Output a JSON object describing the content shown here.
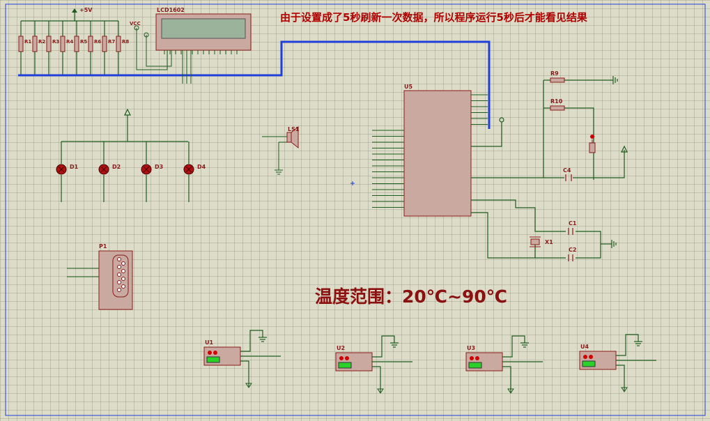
{
  "notice_text": "由于设置成了5秒刷新一次数据，所以程序运行5秒后才能看见结果",
  "temp_range_text": "温度范围：20℃~90℃",
  "supply_label": "+5V",
  "vcc_label": "VCC",
  "lcd": {
    "ref": "LCD1602"
  },
  "mcu": {
    "ref": "U5"
  },
  "buzzer": {
    "ref": "LS1"
  },
  "leds": [
    {
      "ref": "D1"
    },
    {
      "ref": "D2"
    },
    {
      "ref": "D3"
    },
    {
      "ref": "D4"
    }
  ],
  "resistors_top": [
    {
      "ref": "R1"
    },
    {
      "ref": "R2"
    },
    {
      "ref": "R3"
    },
    {
      "ref": "R4"
    },
    {
      "ref": "R5"
    },
    {
      "ref": "R6"
    },
    {
      "ref": "R7"
    },
    {
      "ref": "R8"
    }
  ],
  "r9": "R9",
  "r10": "R10",
  "c1": "C1",
  "c2": "C2",
  "c4": "C4",
  "x1": "X1",
  "p1": "P1",
  "sensors": [
    {
      "ref": "U1"
    },
    {
      "ref": "U2"
    },
    {
      "ref": "U3"
    },
    {
      "ref": "U4"
    }
  ],
  "colors": {
    "wire": "#1e5c1e",
    "bus": "#1f3fd6",
    "component": "#8b1a1a",
    "body": "#c9a9a0",
    "lcd_screen": "#9bb39b",
    "title": "#b00000"
  }
}
